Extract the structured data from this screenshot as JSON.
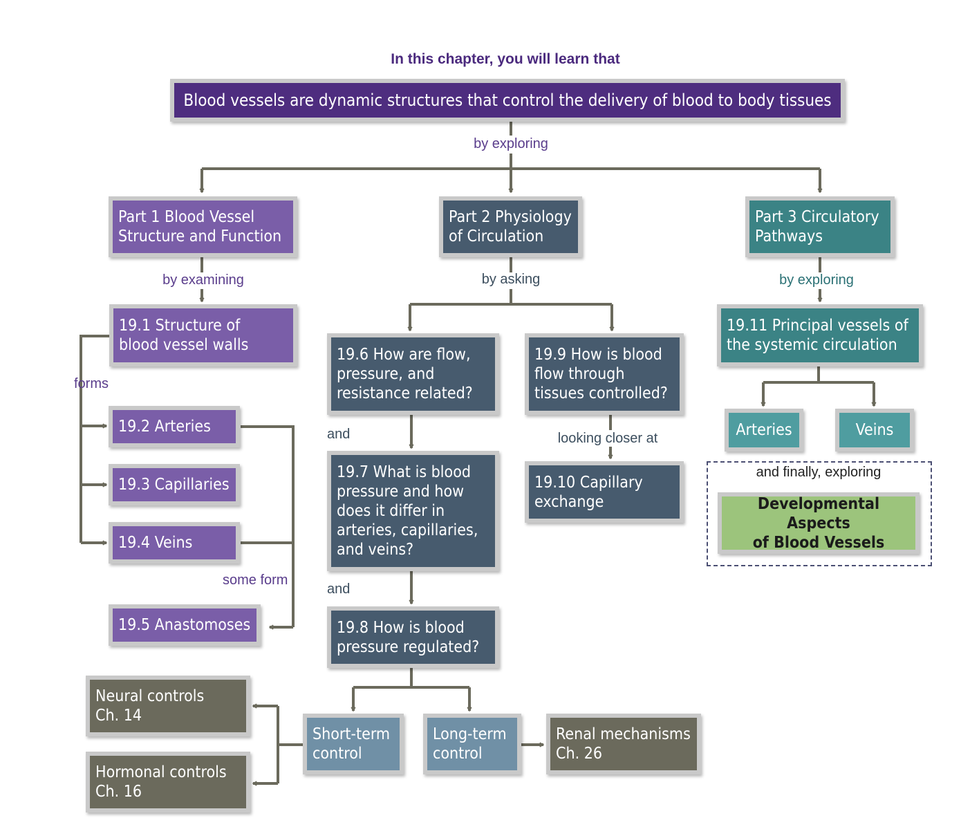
{
  "header": "In this chapter, you will learn that",
  "main_statement": "Blood vessels are dynamic structures that control the delivery of blood to body tissues",
  "labels": {
    "by_exploring_top": "by exploring",
    "by_examining": "by examining",
    "by_asking": "by asking",
    "by_exploring_part3": "by exploring",
    "forms": "forms",
    "some_form": "some form",
    "and_1": "and",
    "and_2": "and",
    "looking_closer_at": "looking closer at",
    "and_finally_exploring": "and finally, exploring"
  },
  "parts": {
    "part1": "Part 1 Blood Vessel\nStructure and Function",
    "part2": "Part 2 Physiology\nof Circulation",
    "part3": "Part 3 Circulatory\nPathways"
  },
  "part1_items": {
    "s19_1": "19.1 Structure of\nblood vessel walls",
    "s19_2": "19.2 Arteries",
    "s19_3": "19.3 Capillaries",
    "s19_4": "19.4 Veins",
    "s19_5": "19.5 Anastomoses"
  },
  "part2_items": {
    "s19_6": "19.6 How are flow,\npressure, and\nresistance related?",
    "s19_7": "19.7 What is blood\npressure and how\ndoes it differ in\narteries, capillaries,\nand veins?",
    "s19_8": "19.8 How is blood\npressure regulated?",
    "s19_9": "19.9 How is blood\nflow through\ntissues controlled?",
    "s19_10": "19.10 Capillary\nexchange"
  },
  "control_items": {
    "short_term": "Short-term\ncontrol",
    "long_term": "Long-term\ncontrol",
    "neural": "Neural controls\nCh. 14",
    "hormonal": "Hormonal controls\nCh. 16",
    "renal": "Renal mechanisms\nCh. 26"
  },
  "part3_items": {
    "s19_11": "19.11 Principal vessels of\nthe systemic circulation",
    "arteries": "Arteries",
    "veins": "Veins",
    "developmental": "Developmental Aspects\nof Blood Vessels"
  },
  "colors": {
    "connector": "#6b6a5c",
    "part1": "#7a5ea8",
    "part2": "#475b6e",
    "part3": "#3b8385",
    "title": "#4e2d7f"
  }
}
